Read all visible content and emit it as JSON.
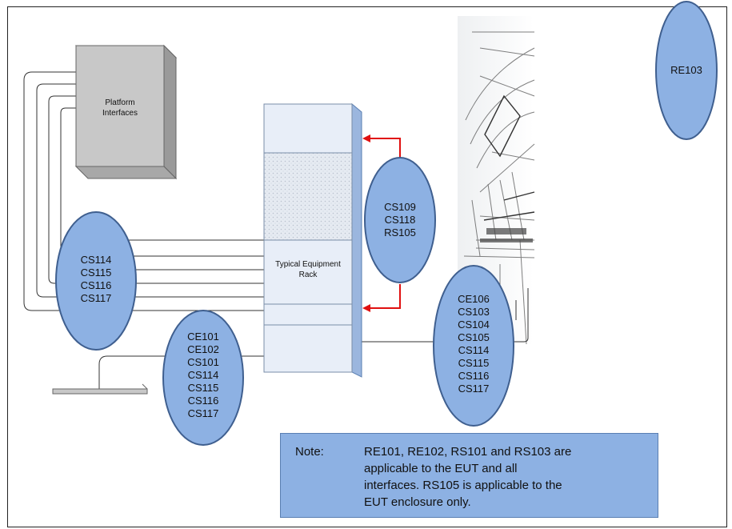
{
  "platform_box": {
    "label_line1": "Platform",
    "label_line2": "Interfaces"
  },
  "rack": {
    "label_line1": "Typical Equipment",
    "label_line2": "Rack"
  },
  "ellipses": {
    "re": {
      "lines": [
        "RE103"
      ]
    },
    "cs_susceptibility": {
      "lines": [
        "CS109",
        "CS118",
        "RS105"
      ]
    },
    "cables_left": {
      "lines": [
        "CS114",
        "CS115",
        "CS116",
        "CS117"
      ]
    },
    "power_left": {
      "lines": [
        "CE101",
        "CE102",
        "CS101",
        "CS114",
        "CS115",
        "CS116",
        "CS117"
      ]
    },
    "antenna_right": {
      "lines": [
        "CE106",
        "CS103",
        "CS104",
        "CS105",
        "CS114",
        "CS115",
        "CS116",
        "CS117"
      ]
    }
  },
  "note": {
    "label": "Note:",
    "lines": [
      "RE101, RE102, RS101 and  RS103 are",
      "applicable to the EUT and all",
      "interfaces. RS105 is applicable to the",
      "EUT enclosure only."
    ]
  },
  "colors": {
    "ellipse_fill": "#8db1e3",
    "ellipse_stroke": "#3f5f8f",
    "arrow": "#e01010",
    "rack_fill": "#e8eef8",
    "platform_fill": "#c8c8c8"
  }
}
